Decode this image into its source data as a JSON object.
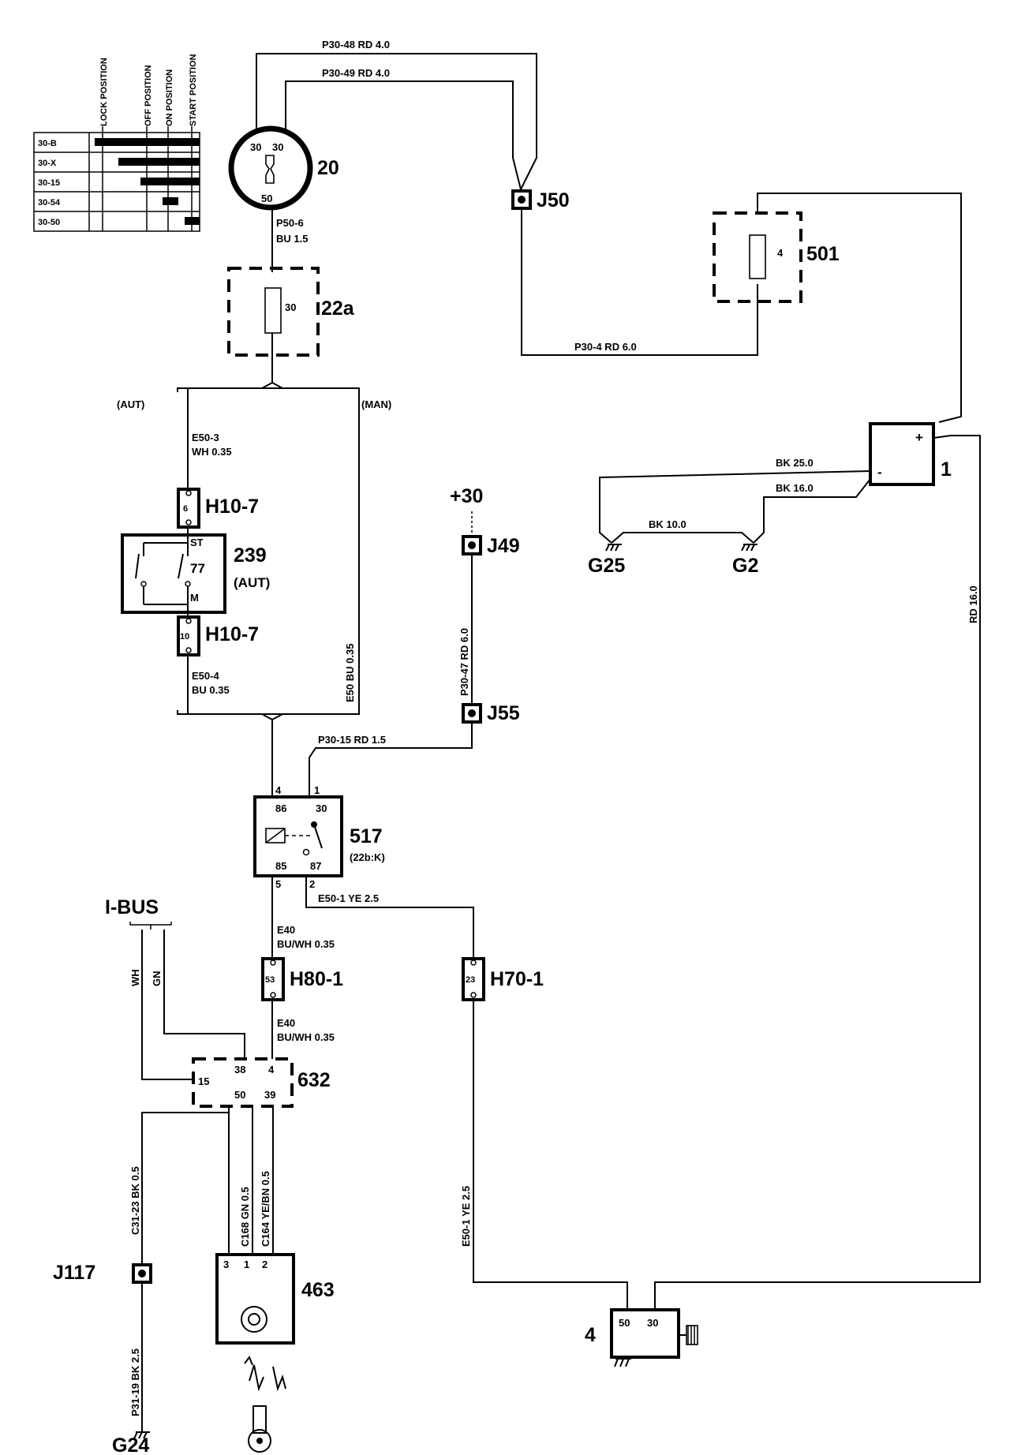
{
  "ignition_table": {
    "positions": [
      "LOCK POSITION",
      "OFF POSITION",
      "ON POSITION",
      "START POSITION"
    ],
    "rows": [
      {
        "label": "30-B"
      },
      {
        "label": "30-X"
      },
      {
        "label": "30-15"
      },
      {
        "label": "30-54"
      },
      {
        "label": "30-50"
      }
    ]
  },
  "components": {
    "c20": {
      "id": "20",
      "pins": [
        "30",
        "30",
        "50"
      ]
    },
    "c22a": {
      "id": "22a",
      "pin": "30"
    },
    "c501": {
      "id": "501",
      "pin": "4"
    },
    "c239": {
      "id": "239",
      "sub": "(AUT)",
      "pins": [
        "ST",
        "77",
        "M"
      ]
    },
    "c517": {
      "id": "517",
      "sub": "(22b:K)",
      "pins": [
        "86",
        "30",
        "85",
        "87"
      ],
      "ext": [
        "4",
        "1",
        "5",
        "2"
      ]
    },
    "c632": {
      "id": "632",
      "pins": [
        "15",
        "38",
        "4",
        "50",
        "39"
      ]
    },
    "c463": {
      "id": "463",
      "pins": [
        "3",
        "1",
        "2"
      ]
    },
    "c1": {
      "id": "1",
      "plus": "+",
      "minus": "-"
    },
    "c4": {
      "id": "4",
      "pins": [
        "50",
        "30"
      ]
    }
  },
  "connectors": {
    "h10_7a": {
      "id": "H10-7",
      "pin": "6"
    },
    "h10_7b": {
      "id": "H10-7",
      "pin": "10"
    },
    "h80_1": {
      "id": "H80-1",
      "pin": "53"
    },
    "h70_1": {
      "id": "H70-1",
      "pin": "23"
    }
  },
  "junctions": {
    "j50": "J50",
    "j49": "J49",
    "j55": "J55",
    "j117": "J117"
  },
  "grounds": {
    "g25": "G25",
    "g2": "G2",
    "g24": "G24"
  },
  "labels": {
    "aut": "(AUT)",
    "man": "(MAN)",
    "plus30": "+30",
    "ibus": "I-BUS"
  },
  "wires": {
    "p30_48": "P30-48   RD  4.0",
    "p30_49": "P30-49   RD  4.0",
    "p30_4": "P30-4    RD  6.0",
    "p50_6_a": "P50-6",
    "p50_6_b": "BU  1.5",
    "e50_3_a": "E50-3",
    "e50_3_b": "WH 0.35",
    "e50_4_a": "E50-4",
    "e50_4_b": "BU  0.35",
    "e50_man": "E50   BU  0.35",
    "p30_47": "P30-47     RD  6.0",
    "p30_15": "P30-15    RD  1.5",
    "e50_1_h": "E50-1    YE  2.5",
    "e50_1_v": "E50-1     YE  2.5",
    "e40_a1": "E40",
    "e40_a2": "BU/WH 0.35",
    "e40_b1": "E40",
    "e40_b2": "BU/WH 0.35",
    "wh": "WH",
    "gn": "GN",
    "bk25": "BK  25.0",
    "bk16": "BK  16.0",
    "bk10": "BK  10.0",
    "rd16": "RD  16.0",
    "c31_23": "C31-23     BK  0.5",
    "p31_19": "P31-19     BK  2.5",
    "c168": "C168   GN  0.5",
    "c164": "C164   YE/BN  0.5"
  }
}
